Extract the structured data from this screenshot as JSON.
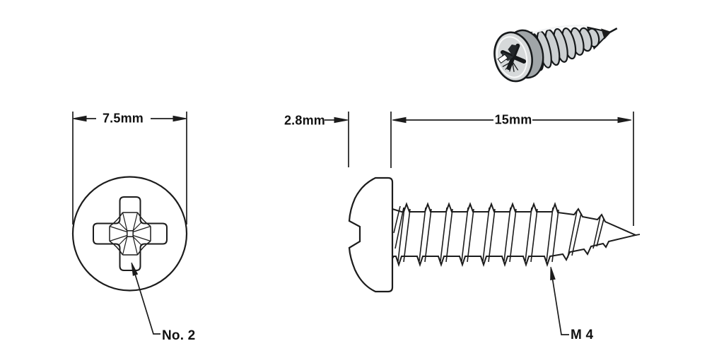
{
  "colors": {
    "background": "#ffffff",
    "line": "#1c1c1c",
    "text": "#111111",
    "metal_light": "#d6d9da",
    "metal_mid": "#c6cacc",
    "metal_dark": "#a0a5a8"
  },
  "labels": {
    "head_diameter": "7.5mm",
    "head_height": "2.8mm",
    "thread_length": "15mm",
    "recess_size": "No. 2",
    "thread_size": "M 4"
  },
  "illustration": {
    "name": "pan-head-phillips-self-tapping-screw-3d-view"
  }
}
